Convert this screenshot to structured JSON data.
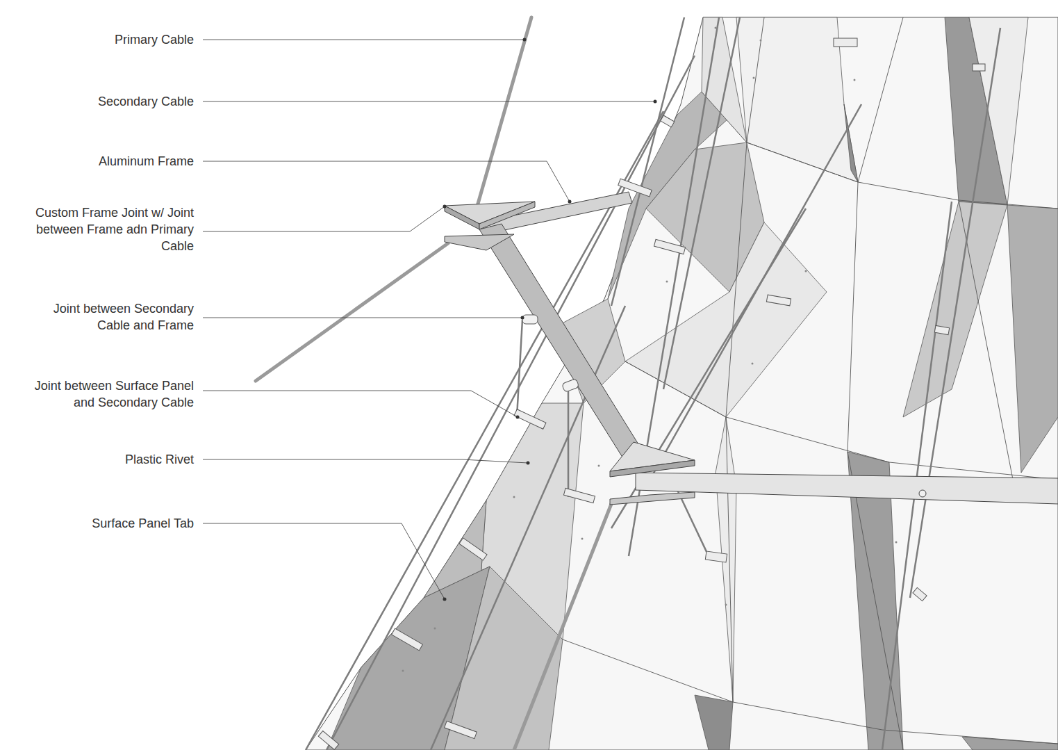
{
  "diagram": {
    "labels": [
      "Primary Cable",
      "Secondary Cable",
      "Aluminum Frame",
      "Custom Frame Joint w/ Joint between Frame adn Primary Cable",
      "Joint between Secondary Cable and Frame",
      "Joint between Surface Panel and Secondary Cable",
      "Plastic Rivet",
      "Surface Panel Tab"
    ]
  }
}
